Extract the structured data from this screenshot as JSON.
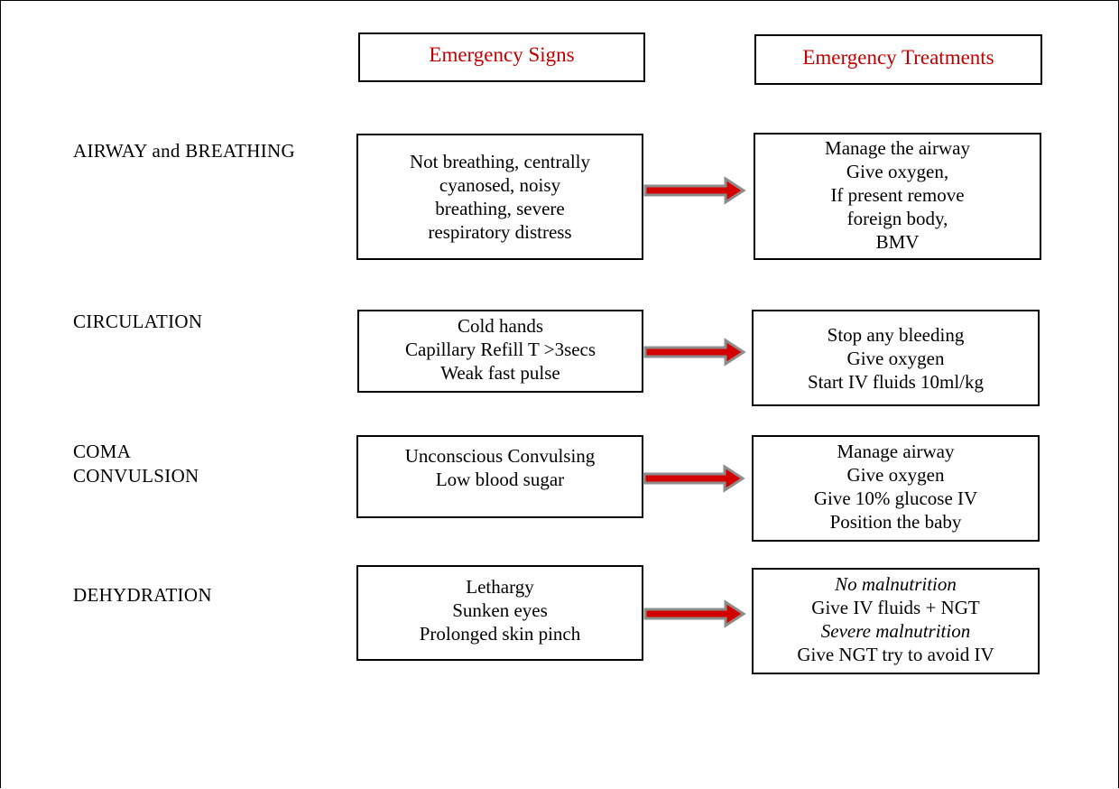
{
  "headers": {
    "signs": "Emergency Signs",
    "treatments": "Emergency Treatments"
  },
  "rows": [
    {
      "category": [
        "AIRWAY and BREATHING"
      ],
      "signs": [
        "Not breathing, centrally",
        "cyanosed, noisy",
        "breathing, severe",
        "respiratory distress"
      ],
      "treatments": [
        "Manage the airway",
        "Give oxygen,",
        "If present remove",
        "foreign body,",
        "BMV"
      ]
    },
    {
      "category": [
        "CIRCULATION"
      ],
      "signs": [
        "Cold hands",
        "Capillary Refill T >3secs",
        "Weak fast pulse"
      ],
      "treatments": [
        "Stop any bleeding",
        "Give oxygen",
        "Start IV fluids 10ml/kg"
      ]
    },
    {
      "category": [
        "COMA",
        "CONVULSION"
      ],
      "signs": [
        "Unconscious Convulsing",
        "Low blood sugar"
      ],
      "treatments": [
        "Manage airway",
        "Give oxygen",
        "Give 10% glucose IV",
        "Position the baby"
      ]
    },
    {
      "category": [
        "DEHYDRATION"
      ],
      "signs": [
        "Lethargy",
        "Sunken eyes",
        "Prolonged skin pinch"
      ],
      "treatments": [
        "No malnutrition",
        "Give IV fluids + NGT",
        "Severe malnutrition",
        "Give NGT try to avoid IV"
      ]
    }
  ],
  "colors": {
    "header_text": "#c00000",
    "arrow_fill": "#d40000",
    "arrow_outline": "#8c8c8c"
  }
}
